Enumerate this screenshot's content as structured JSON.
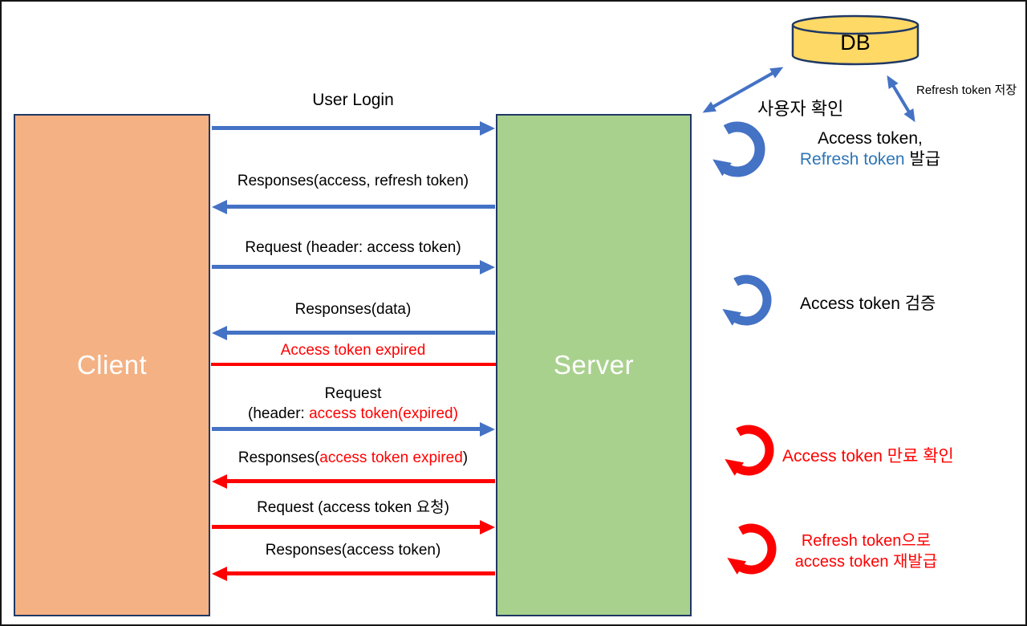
{
  "actors": {
    "client": "Client",
    "server": "Server",
    "db": "DB"
  },
  "messages": [
    {
      "label": "User Login",
      "direction": "right",
      "color": "#4472C4"
    },
    {
      "label": "Responses(access, refresh token)",
      "direction": "left",
      "color": "#4472C4"
    },
    {
      "label": "Request (header: access token)",
      "direction": "right",
      "color": "#4472C4"
    },
    {
      "label": "Responses(data)",
      "direction": "left",
      "color": "#4472C4"
    },
    {
      "label": "Access token expired",
      "direction": "none",
      "color": "#FF0000"
    },
    {
      "line1": "Request",
      "line2_prefix": "(header: ",
      "line2_red": "access token(expired)",
      "direction": "right",
      "color": "#4472C4"
    },
    {
      "prefix": "Responses(",
      "red": "access token expired",
      "suffix": ")",
      "direction": "left",
      "color": "#FF0000"
    },
    {
      "label": "Request (access token 요청)",
      "direction": "right",
      "color": "#FF0000"
    },
    {
      "label": "Responses(access token)",
      "direction": "left",
      "color": "#FF0000"
    }
  ],
  "annotations": {
    "user_check": "사용자 확인",
    "refresh_store": "Refresh token 저장",
    "issue_line1": "Access token,",
    "issue_line2_blue": "Refresh token",
    "issue_line2_black": " 발급",
    "verify": "Access token 검증",
    "expired_check": "Access token 만료 확인",
    "reissue_line1": "Refresh token으로",
    "reissue_line2": "access token 재발급"
  },
  "colors": {
    "arrow_blue": "#4472C4",
    "arrow_red": "#FF0000",
    "client_fill": "#F4B183",
    "server_fill": "#A9D18E",
    "db_fill": "#FFD966",
    "box_border": "#1F3864",
    "blue_text": "#2E75B6",
    "red_text": "#FF0000"
  }
}
